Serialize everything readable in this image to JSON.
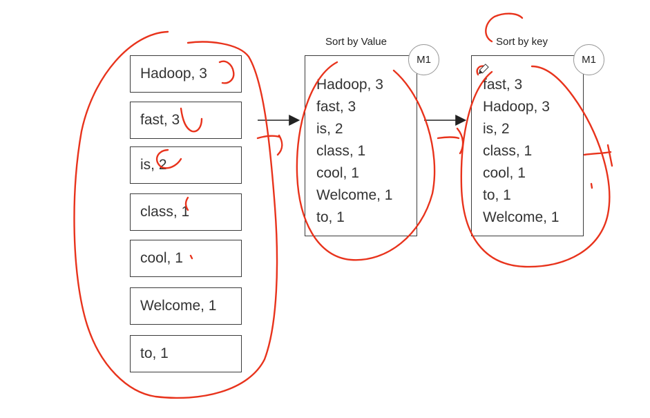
{
  "input_items": [
    "Hadoop, 3",
    "fast, 3",
    "is, 2",
    "class, 1",
    "cool, 1",
    "Welcome, 1",
    "to, 1"
  ],
  "sort_by_value": {
    "title": "Sort by Value",
    "node": "M1",
    "items": [
      "Hadoop, 3",
      "fast, 3",
      "is, 2",
      "class, 1",
      "cool, 1",
      "Welcome, 1",
      "to, 1"
    ]
  },
  "sort_by_key": {
    "title": "Sort by key",
    "node": "M1",
    "items": [
      "fast, 3",
      "Hadoop, 3",
      "is, 2",
      "class, 1",
      "cool, 1",
      "to, 1",
      "Welcome, 1"
    ]
  },
  "colors": {
    "annotation": "#e8331c",
    "border": "#3a3a3a",
    "badge_border": "#9a9a9a",
    "text": "#333333"
  },
  "icons": [
    "pencil-cursor-icon"
  ]
}
